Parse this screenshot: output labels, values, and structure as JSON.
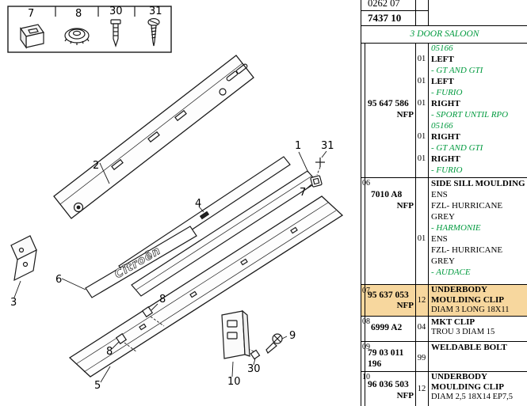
{
  "colors": {
    "highlight": "#F7D79E",
    "variant_green": "#009A3E",
    "table_line": "#000000"
  },
  "hardware_box": {
    "n7": "7",
    "n8": "8",
    "n30": "30",
    "n31": "31"
  },
  "diagram": {
    "brand": "Citroën",
    "callouts": {
      "n1": "1",
      "n2": "2",
      "n3": "3",
      "n4": "4",
      "n5": "5",
      "n6": "6",
      "n7": "7",
      "n8a": "8",
      "n8b": "8",
      "n9": "9",
      "n10": "10",
      "n30": "30",
      "n31": "31"
    }
  },
  "table": {
    "refs": {
      "top": "0262 07",
      "main": "7437 10"
    },
    "section": "3 DOOR SALOON",
    "cont": {
      "note": "05166",
      "e0": {
        "qty": "01",
        "name": "LEFT",
        "variant": "- GT AND GTI"
      },
      "e1": {
        "qty": "01",
        "name": "LEFT",
        "variant": "- FURIO"
      },
      "e2": {
        "part": "95 647 586",
        "nfp": "NFP",
        "qty": "01",
        "name": "RIGHT",
        "variant": "- SPORT UNTIL RPO",
        "variant2": "05166"
      },
      "e3": {
        "qty": "01",
        "name": "RIGHT",
        "variant": "- GT AND GTI"
      },
      "e4": {
        "qty": "01",
        "name": "RIGHT",
        "variant": "- FURIO"
      }
    },
    "r06": {
      "idx": "06",
      "part": "7010 A8",
      "nfp": "NFP",
      "title": "SIDE SILL MOULDING",
      "g1": {
        "l1": "ENS",
        "l2": "FZL- HURRICANE",
        "l3": "GREY",
        "variant": "- HARMONIE"
      },
      "g2": {
        "qty": "01",
        "l1": "ENS",
        "l2": "FZL- HURRICANE",
        "l3": "GREY",
        "variant": "- AUDACE"
      }
    },
    "r07": {
      "idx": "07",
      "part": "95 637 053",
      "nfp": "NFP",
      "qty": "12",
      "t1": "UNDERBODY",
      "t2": "MOULDING CLIP",
      "detail": "DIAM 3 LONG 18X11"
    },
    "r08": {
      "idx": "08",
      "part": "6999 A2",
      "qty": "04",
      "t1": "MKT CLIP",
      "detail": "TROU 3 DIAM 15"
    },
    "r09": {
      "idx": "09",
      "part": "79 03 011",
      "part2": "196",
      "qty": "99",
      "t1": "WELDABLE BOLT"
    },
    "r10": {
      "idx": "10",
      "part": "96 036 503",
      "nfp": "NFP",
      "qty": "12",
      "t1": "UNDERBODY",
      "t2": "MOULDING CLIP",
      "detail": "DIAM 2,5 18X14 EP7,5"
    }
  }
}
